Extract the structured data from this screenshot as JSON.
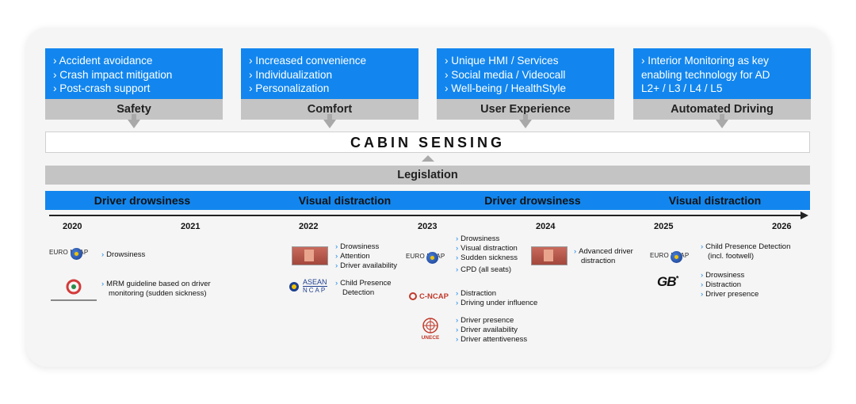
{
  "pillars": [
    {
      "lines": [
        "› Accident avoidance",
        "› Crash impact mitigation",
        "› Post-crash support"
      ],
      "label": "Safety"
    },
    {
      "lines": [
        "› Increased convenience",
        "› Individualization",
        "› Personalization"
      ],
      "label": "Comfort"
    },
    {
      "lines": [
        "› Unique HMI / Services",
        "› Social media / Videocall",
        "› Well-being / HealthStyle"
      ],
      "label": "User Experience"
    },
    {
      "lines": [
        "› Interior Monitoring as key",
        "enabling technology for AD",
        "L2+ / L3 / L4 / L5"
      ],
      "label": "Automated Driving"
    }
  ],
  "cabin_sensing": "CABIN SENSING",
  "legislation": "Legislation",
  "segments": [
    "Driver drowsiness",
    "Visual distraction",
    "Driver drowsiness",
    "Visual distraction"
  ],
  "years": [
    "2020",
    "2021",
    "2022",
    "2023",
    "2024",
    "2025",
    "2026"
  ],
  "logos": {
    "euro_ncap": "EURO   NCAP",
    "asean_ncap_1": "ASEAN",
    "asean_ncap_2": "NCAP",
    "c_ncap": "C-NCAP",
    "unece": "UNECE",
    "gb": "GB",
    "gb_star": "*"
  },
  "items": {
    "euro2020": [
      "Drowsiness"
    ],
    "japan2020": [
      "MRM guideline based on driver",
      "monitoring (sudden sickness)"
    ],
    "ec2022": [
      "Drowsiness",
      "Attention",
      "Driver availability"
    ],
    "asean2022": [
      "Child Presence",
      "Detection"
    ],
    "euro2023": [
      "Drowsiness",
      "Visual distraction",
      "Sudden sickness",
      "CPD (all seats)"
    ],
    "cncap2023": [
      "Distraction",
      "Driving under influence"
    ],
    "unece2023": [
      "Driver presence",
      "Driver availability",
      "Driver attentiveness"
    ],
    "ec2024": [
      "Advanced driver",
      "distraction"
    ],
    "euro2025": [
      "Child Presence Detection",
      "(incl. footwell)"
    ],
    "gb2025": [
      "Drowsiness",
      "Distraction",
      "Driver presence"
    ]
  },
  "colors": {
    "blue": "#1286ee",
    "gray": "#c4c4c4",
    "chevron": "#1286ee"
  }
}
